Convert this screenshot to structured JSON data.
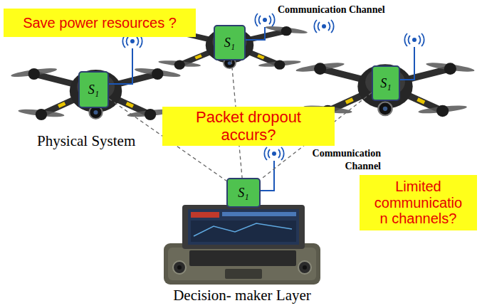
{
  "diagram": {
    "nodes": [
      {
        "text": [
          "Save power resources ?"
        ]
      },
      {
        "text": [
          "S₁"
        ]
      },
      {
        "text": [
          "S₁"
        ]
      },
      {
        "text": [
          "S₁"
        ]
      },
      {
        "text": [
          "Packet dropout accurs?"
        ]
      },
      {
        "text": [
          "Limited communicatio n channels?"
        ]
      },
      {
        "text": [
          "S₁"
        ]
      }
    ],
    "edges": [
      {
        "from": 2,
        "to": 6,
        "arrow": "none"
      },
      {
        "from": 1,
        "to": 6,
        "arrow": "none"
      },
      {
        "from": 3,
        "to": 6,
        "arrow": "none"
      }
    ],
    "labels": [
      "Communication Channel",
      "Physical System",
      "Communication Channel",
      "Decision- maker Layer"
    ]
  }
}
